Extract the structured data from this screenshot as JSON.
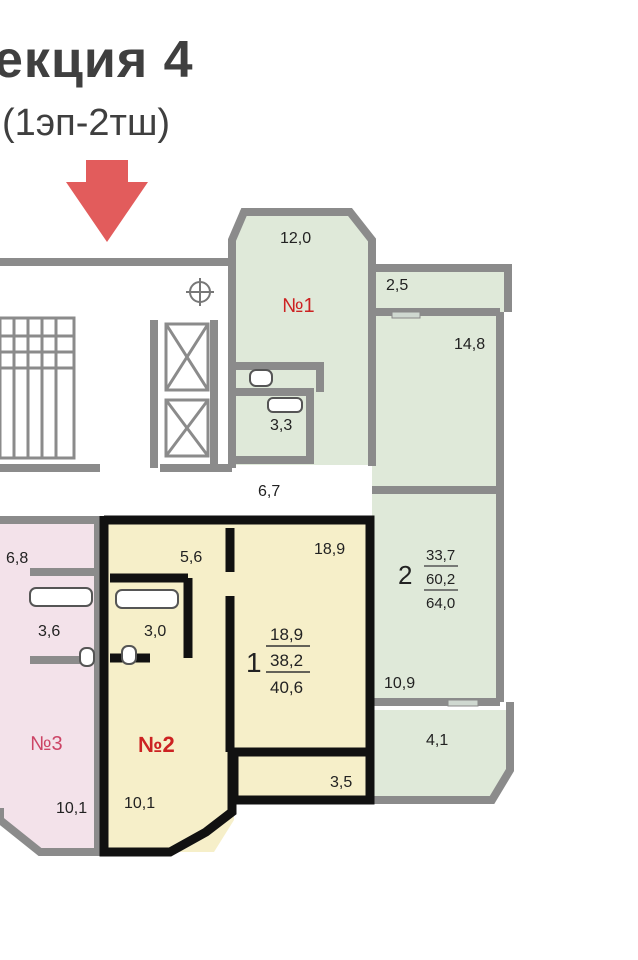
{
  "header": {
    "title": "екция 4",
    "subtitle": "(1эп-2тш)"
  },
  "colors": {
    "wall": "#8b8b8b",
    "wall_highlight": "#111111",
    "green_apartment": "#dfe9d9",
    "yellow_apartment": "#f6efc9",
    "pink_apartment": "#f3e2ea",
    "stair": "#ffffff",
    "entrance_arrow": "#e25c5c",
    "apartment_number_red": "#cc2222"
  },
  "areas": {
    "bay_top": "12,0",
    "balcony_top": "2,5",
    "green_room_right": "14,8",
    "green_bath": "3,3",
    "corridor": "6,7",
    "green_kitchen": "10,9",
    "green_loggia": "4,1",
    "yellow_hall": "5,6",
    "yellow_room": "18,9",
    "yellow_bath": "3,0",
    "yellow_kitchen": "10,1",
    "yellow_loggia": "3,5",
    "pink_hall": "6,8",
    "pink_bath": "3,6",
    "pink_kitchen": "10,1"
  },
  "apartments": {
    "green_number": "№1",
    "green_rooms": "2",
    "green_living": "33,7",
    "green_total": "60,2",
    "green_total2": "64,0",
    "yellow_number": "№2",
    "yellow_rooms": "1",
    "yellow_living": "18,9",
    "yellow_total": "38,2",
    "yellow_total2": "40,6",
    "pink_number": "№3"
  }
}
